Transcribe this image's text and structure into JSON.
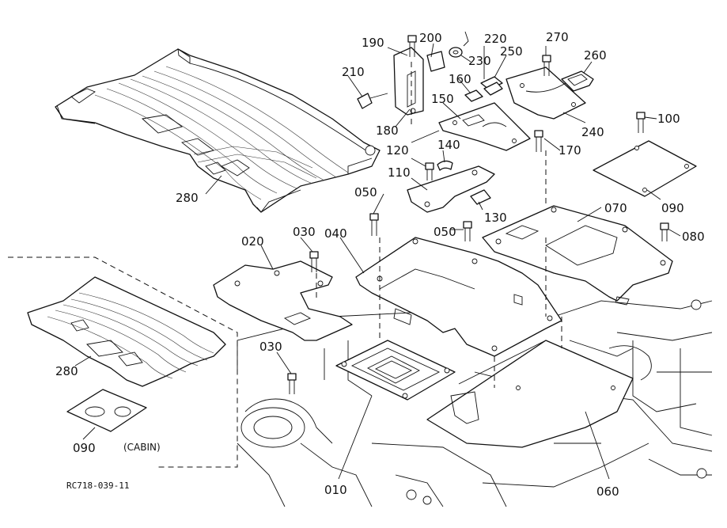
{
  "diagram": {
    "drawing_code": "RC718-039-11",
    "cabin_caption": "(CABIN)",
    "part_labels": {
      "p010": "010",
      "p020": "020",
      "p030a": "030",
      "p030b": "030",
      "p040": "040",
      "p050a": "050",
      "p050b": "050",
      "p060": "060",
      "p070": "070",
      "p080": "080",
      "p090a": "090",
      "p090b": "090",
      "p100": "100",
      "p110": "110",
      "p120": "120",
      "p130": "130",
      "p140": "140",
      "p150": "150",
      "p160": "160",
      "p170": "170",
      "p180": "180",
      "p190": "190",
      "p200": "200",
      "p210": "210",
      "p220": "220",
      "p230": "230",
      "p240": "240",
      "p250": "250",
      "p260": "260",
      "p270": "270",
      "p280a": "280",
      "p280b": "280"
    }
  }
}
